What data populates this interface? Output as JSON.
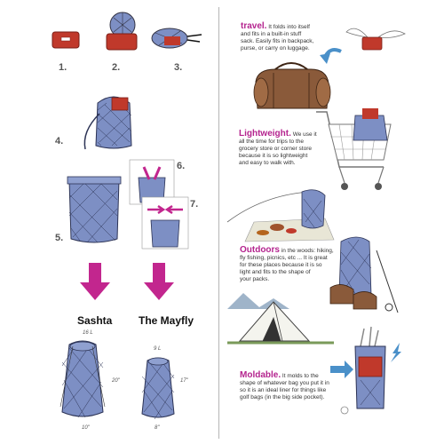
{
  "colors": {
    "accent": "#b4238e",
    "bag_blue": "#6d7fb4",
    "pouch_red": "#c0392b",
    "arrow_pink": "#c2268e",
    "arrow_blue": "#4a90c9"
  },
  "left": {
    "steps": [
      {
        "num": "1."
      },
      {
        "num": "2."
      },
      {
        "num": "3."
      },
      {
        "num": "4."
      },
      {
        "num": "5."
      },
      {
        "num": "6."
      },
      {
        "num": "7."
      }
    ],
    "products": [
      {
        "name": "Sashta",
        "capacity": "16 L",
        "height": "20\"",
        "width": "10\""
      },
      {
        "name": "The Mayfly",
        "capacity": "9 L",
        "height": "17\"",
        "width": "8\""
      }
    ]
  },
  "right": {
    "sections": [
      {
        "heading": "travel.",
        "line1": " It folds into itself",
        "rest": [
          "and fits in a built-in stuff",
          "sack. Easily fits in backpack,",
          "purse, or carry on luggage."
        ]
      },
      {
        "heading": "Lightweight.",
        "line1": " We use it",
        "rest": [
          "all the time for trips to the",
          "grocery store or corner store",
          "because it is so lightweight",
          "and easy to walk with."
        ]
      },
      {
        "heading": "Outdoors",
        "line1": " in the woods: hiking,",
        "rest": [
          "fly fishing, picnics, etc ... It is great",
          "for these places because it is so",
          "light and fits to the shape of",
          "your packs."
        ]
      },
      {
        "heading": "Moldable.",
        "line1": " It molds to the",
        "rest": [
          "shape of whatever bag you put it in",
          "so it is an ideal liner for things like",
          "golf bags (in the big side pocket)."
        ]
      }
    ]
  }
}
